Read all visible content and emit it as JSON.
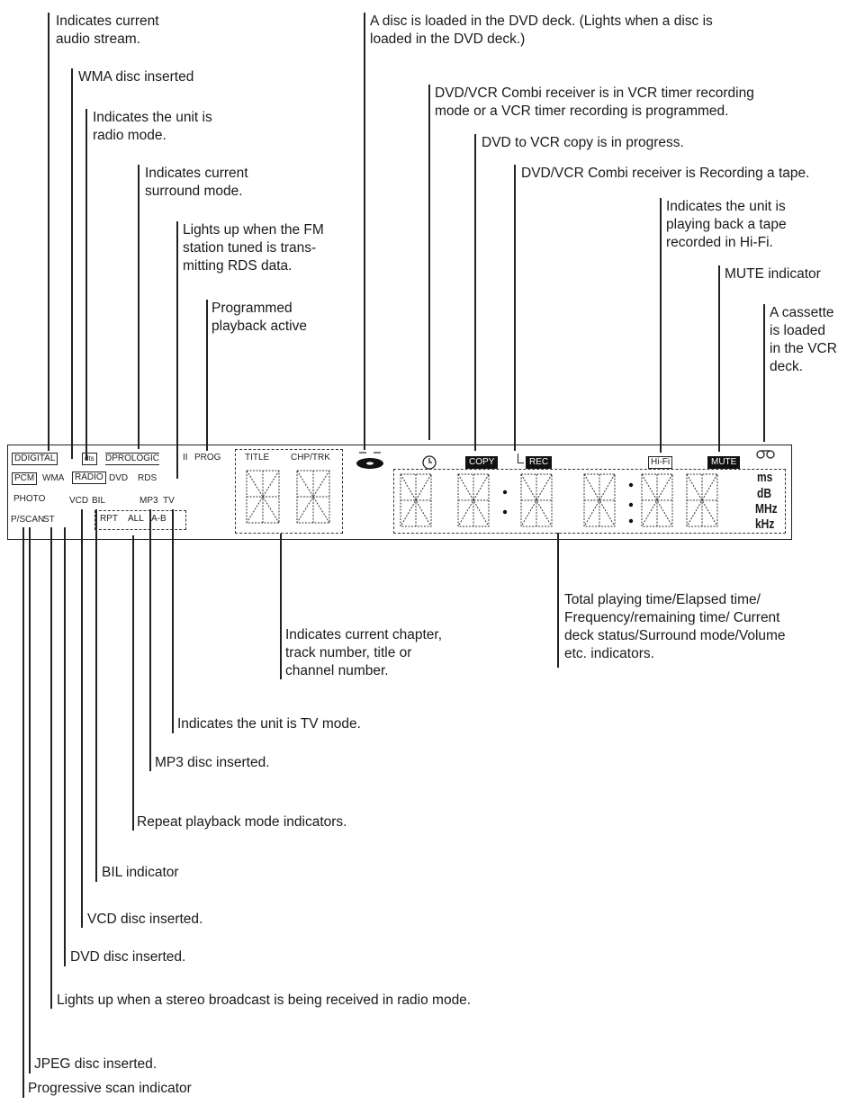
{
  "annotations": {
    "audio_stream": "Indicates current\naudio stream.",
    "wma": "WMA disc inserted",
    "radio_mode": "Indicates the unit is\nradio mode.",
    "surround_mode": "Indicates current\nsurround mode.",
    "rds": "Lights up when the FM\nstation tuned is trans-\nmitting RDS data.",
    "prog": "Programmed\nplayback active",
    "disc_loaded": "A disc is loaded in the DVD deck. (Lights when a disc is\nloaded in the DVD deck.)",
    "timer": "DVD/VCR Combi receiver is in VCR timer recording\nmode or a VCR timer recording is programmed.",
    "copy": "DVD to VCR copy is in progress.",
    "rec": "DVD/VCR Combi receiver is Recording a tape.",
    "hifi": "Indicates the unit is\nplaying back a tape\nrecorded in Hi-Fi.",
    "mute": "MUTE indicator",
    "cassette": "A cassette\nis loaded\nin the VCR\ndeck.",
    "total_time": "Total playing time/Elapsed time/\nFrequency/remaining time/ Current\ndeck status/Surround mode/Volume\netc. indicators.",
    "chapter": "Indicates current chapter,\ntrack number, title or\nchannel number.",
    "tv_mode": "Indicates the unit is TV mode.",
    "mp3": "MP3 disc inserted.",
    "repeat": "Repeat playback mode indicators.",
    "bil": "BIL indicator",
    "vcd": "VCD disc inserted.",
    "dvd": "DVD disc inserted.",
    "stereo": "Lights up when a stereo broadcast is being received in radio mode.",
    "jpeg": "JPEG disc inserted.",
    "pscan": "Progressive scan indicator"
  },
  "panel": {
    "digital": "DDIGITAL",
    "dts": "dts",
    "prologic": "DPROLOGIC",
    "ii": "II",
    "prog": "PROG",
    "pcm": "PCM",
    "wma": "WMA",
    "radio": "RADIO",
    "dvd": "DVD",
    "rds": "RDS",
    "photo": "PHOTO",
    "vcd": "VCD",
    "bil": "BIL",
    "mp3": "MP3",
    "tv": "TV",
    "pscan": "P/SCAN",
    "st": "ST",
    "rpt": "RPT",
    "all": "ALL",
    "ab": "A-B",
    "title": "TITLE",
    "chptrk": "CHP/TRK",
    "copy": "COPY",
    "rec": "REC",
    "hifi": "Hi-Fi",
    "mute": "MUTE",
    "units": [
      "ms",
      "dB",
      "MHz",
      "kHz"
    ]
  }
}
